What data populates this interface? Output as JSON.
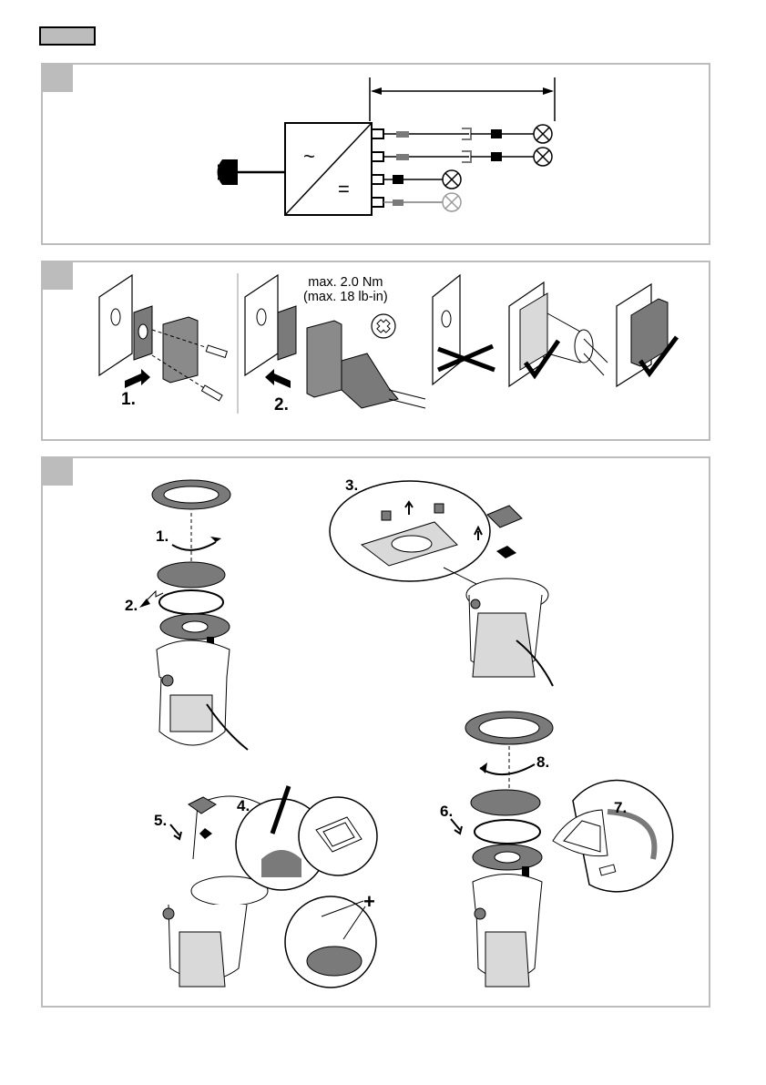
{
  "header": {
    "language_tab": ""
  },
  "panel1": {
    "converter_ac_symbol": "~",
    "converter_dc_symbol": "="
  },
  "panel2": {
    "torque_line1": "max. 2.0 Nm",
    "torque_line2": "(max. 18 lb-in)",
    "step1_label": "1.",
    "step2_label": "2."
  },
  "panel3": {
    "step1": "1.",
    "step2": "2.",
    "step3": "3.",
    "step4": "4.",
    "step5": "5.",
    "step6": "6.",
    "step7": "7.",
    "step8": "8.",
    "plus_sign": "+"
  },
  "colors": {
    "panel_border": "#bcbcbc",
    "line": "#000000",
    "grey_component": "#7a7a7a",
    "light_grey": "#d9d9d9"
  }
}
